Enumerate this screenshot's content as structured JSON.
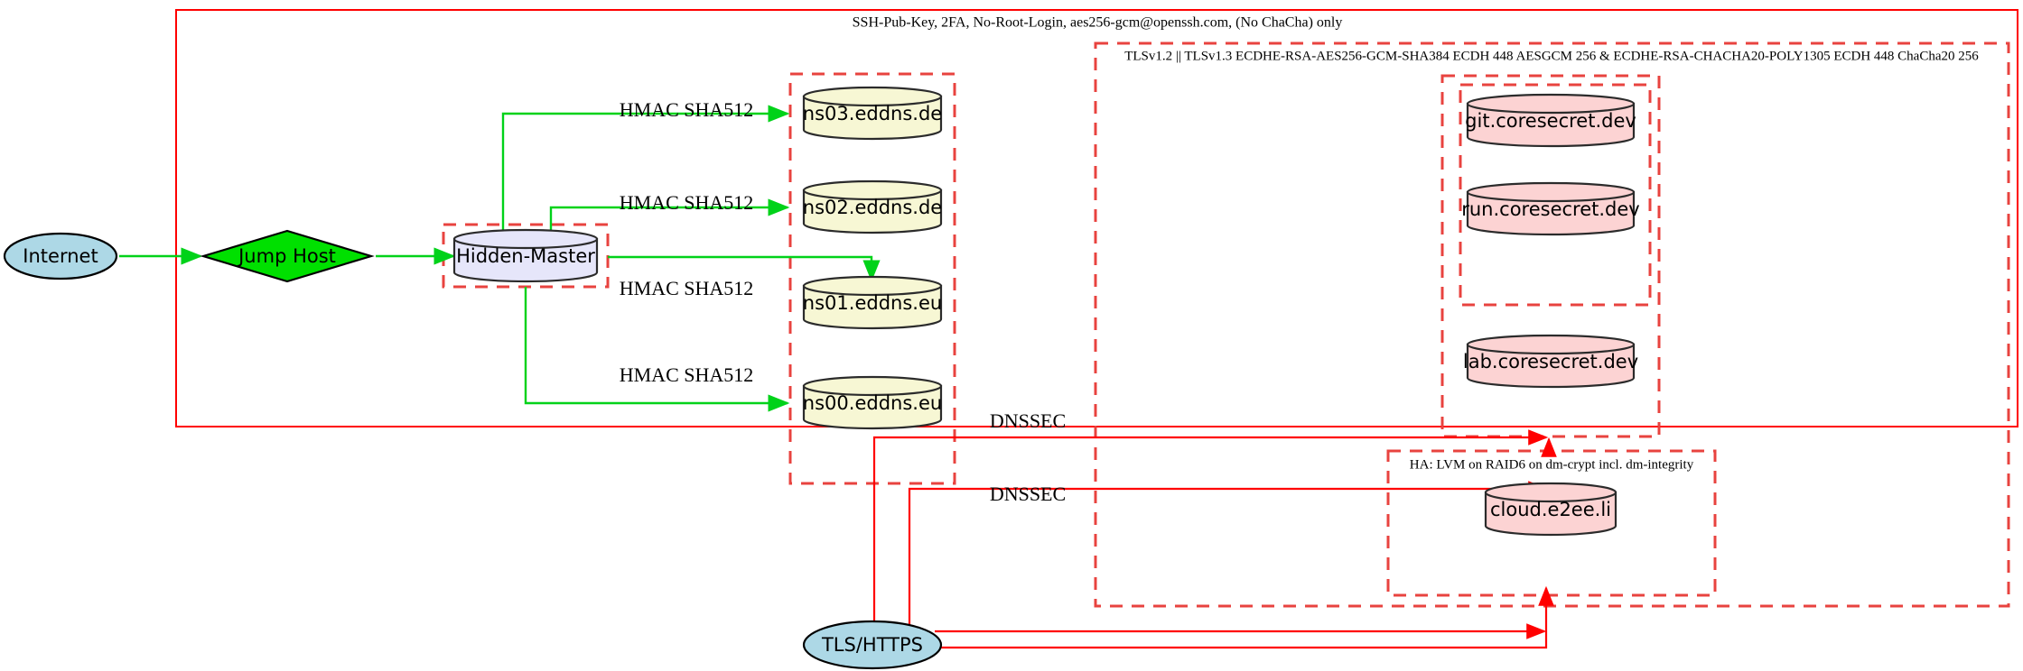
{
  "diagram": {
    "title_labels": {
      "ssh_policy": "SSH-Pub-Key, 2FA, No-Root-Login, aes256-gcm@openssh.com, (No ChaCha) only",
      "tls_policy": "TLSv1.2 || TLSv1.3 ECDHE-RSA-AES256-GCM-SHA384 ECDH 448 AESGCM 256 & ECDHE-RSA-CHACHA20-POLY1305 ECDH 448 ChaCha20 256",
      "ha_policy": "HA: LVM on RAID6 on dm-crypt incl. dm-integrity"
    },
    "nodes": {
      "internet": "Internet",
      "jump_host": "Jump Host",
      "hidden_master": "Hidden-Master",
      "ns03": "ns03.eddns.de",
      "ns02": "ns02.eddns.de",
      "ns01": "ns01.eddns.eu",
      "ns00": "ns00.eddns.eu",
      "git": "git.coresecret.dev",
      "run": "run.coresecret.dev",
      "lab": "lab.coresecret.dev",
      "cloud": "cloud.e2ee.li",
      "tls_https": "TLS/HTTPS"
    },
    "edges": {
      "hmac_ns03": "HMAC SHA512",
      "hmac_ns02": "HMAC SHA512",
      "hmac_ns01": "HMAC SHA512",
      "hmac_ns00": "HMAC SHA512",
      "dnssec_upper": "DNSSEC",
      "dnssec_lower": "DNSSEC"
    },
    "colors": {
      "internet_fill": "#add8e6",
      "jump_host_fill": "#00e000",
      "hidden_master_fill": "#e6e6fa",
      "dns_fill": "#f7f7d4",
      "service_fill": "#fcd3d3",
      "boundary_stroke": "#ff0000",
      "dashed_stroke": "#e8433f",
      "secure_edge": "#00d219"
    }
  }
}
